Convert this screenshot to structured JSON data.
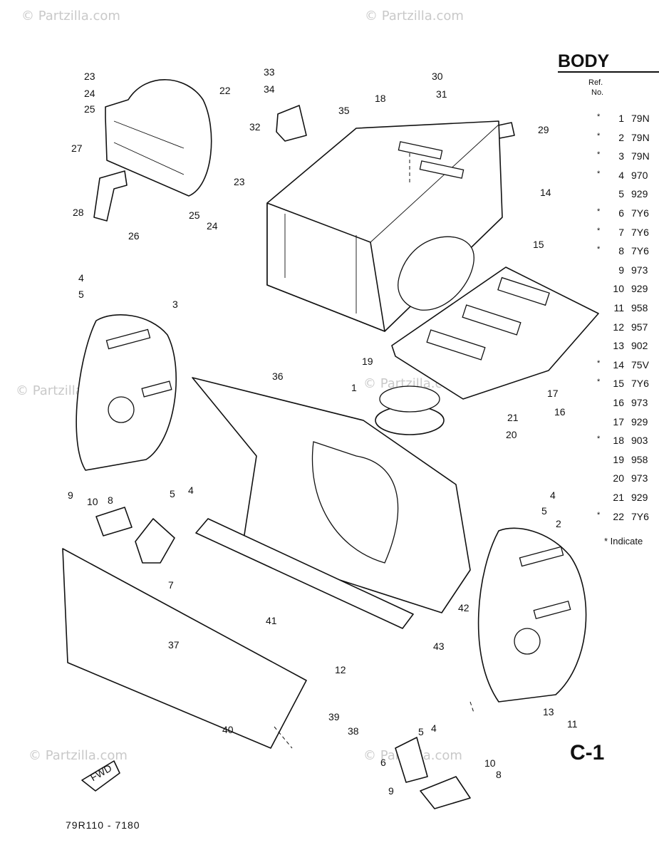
{
  "section_title": "BODY",
  "table_headers": {
    "ref": "Ref.",
    "no": "No."
  },
  "watermark": "© Partzilla.com",
  "parts_rows": [
    {
      "ast": "*",
      "ref": "1",
      "part": "79N"
    },
    {
      "ast": "*",
      "ref": "2",
      "part": "79N"
    },
    {
      "ast": "*",
      "ref": "3",
      "part": "79N"
    },
    {
      "ast": "*",
      "ref": "4",
      "part": "970"
    },
    {
      "ast": "",
      "ref": "5",
      "part": "929"
    },
    {
      "ast": "*",
      "ref": "6",
      "part": "7Y6"
    },
    {
      "ast": "*",
      "ref": "7",
      "part": "7Y6"
    },
    {
      "ast": "*",
      "ref": "8",
      "part": "7Y6"
    },
    {
      "ast": "",
      "ref": "9",
      "part": "973"
    },
    {
      "ast": "",
      "ref": "10",
      "part": "929"
    },
    {
      "ast": "",
      "ref": "11",
      "part": "958"
    },
    {
      "ast": "",
      "ref": "12",
      "part": "957"
    },
    {
      "ast": "",
      "ref": "13",
      "part": "902"
    },
    {
      "ast": "*",
      "ref": "14",
      "part": "75V"
    },
    {
      "ast": "*",
      "ref": "15",
      "part": "7Y6"
    },
    {
      "ast": "",
      "ref": "16",
      "part": "973"
    },
    {
      "ast": "",
      "ref": "17",
      "part": "929"
    },
    {
      "ast": "*",
      "ref": "18",
      "part": "903"
    },
    {
      "ast": "",
      "ref": "19",
      "part": "958"
    },
    {
      "ast": "",
      "ref": "20",
      "part": "973"
    },
    {
      "ast": "",
      "ref": "21",
      "part": "929"
    },
    {
      "ast": "*",
      "ref": "22",
      "part": "7Y6"
    }
  ],
  "footnote": "* Indicate",
  "sheet_label": "C-1",
  "drawing_code": "79R110 - 7180",
  "fwd_label": "FWD",
  "callouts": [
    "23",
    "24",
    "25",
    "22",
    "27",
    "28",
    "26",
    "23",
    "25",
    "24",
    "33",
    "34",
    "32",
    "35",
    "18",
    "30",
    "31",
    "29",
    "14",
    "15",
    "4",
    "5",
    "3",
    "36",
    "1",
    "19",
    "17",
    "16",
    "21",
    "20",
    "9",
    "10",
    "8",
    "5",
    "4",
    "7",
    "41",
    "37",
    "42",
    "43",
    "12",
    "4",
    "5",
    "2",
    "13",
    "11",
    "40",
    "39",
    "38",
    "5",
    "4",
    "6",
    "10",
    "9",
    "8"
  ]
}
